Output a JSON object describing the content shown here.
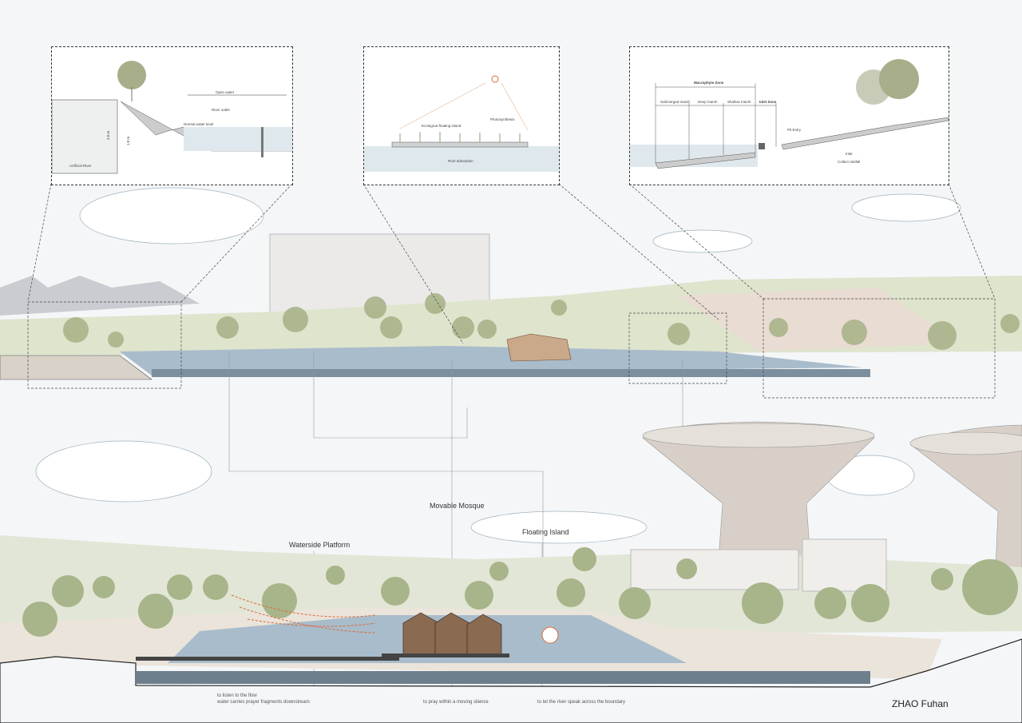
{
  "insets": {
    "bank": {
      "open_water": "Open water",
      "river_outlet": "River outlet",
      "normal_water_level": "Normal water level",
      "height_total": "3.8 m",
      "height_water": "1.8 m",
      "artificial_river": "Artificial River"
    },
    "floating_island": {
      "island_label": "Ecological floating island",
      "photosynthesis": "Photosynthesis",
      "root_adsorption": "Root adsorption"
    },
    "wetland": {
      "macrophyte_zone": "Macrophyte Zone",
      "submerged_marsh": "Submerged marsh",
      "deep_marsh": "Deep marsh",
      "shallow_marsh": "Shallow marsh",
      "inlet_zone": "Inlet Zone",
      "pit_entry": "Pit Entry",
      "inlet": "Inlet",
      "collect_rainfall": "Collect rainfall"
    }
  },
  "labels": {
    "movable_mosque": "Movable Mosque",
    "floating_island": "Floating Island",
    "waterside_platform": "Waterside Platform"
  },
  "captions": {
    "listen_1": "to listen to the flow",
    "listen_2": "water carries prayer fragments downstream",
    "pray": "to pray within a moving silence",
    "river": "to let the river speak across the boundary"
  },
  "author": "ZHAO Fuhan",
  "colors": {
    "water": "#a9bccb",
    "tree": "#a8b48a",
    "ground": "#e3ddd3",
    "accent": "#d96a3a"
  }
}
